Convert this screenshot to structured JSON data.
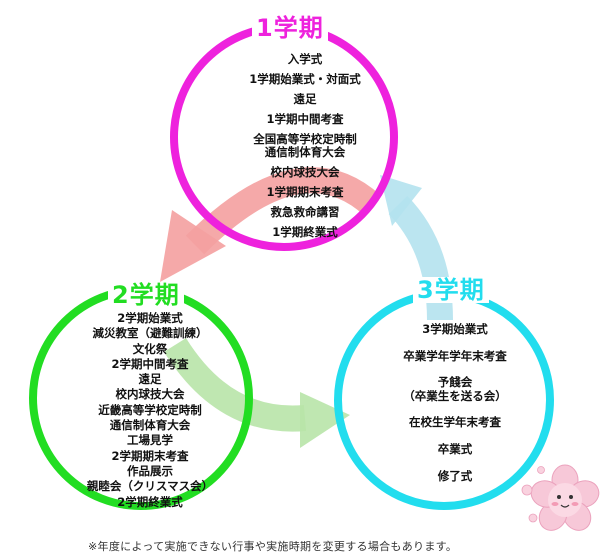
{
  "terms": [
    {
      "title": "1学期",
      "color": "#ee22dd",
      "items": [
        "入学式",
        "1学期始業式・対面式",
        "遠足",
        "1学期中間考査",
        "全国高等学校定時制\n通信制体育大会",
        "校内球技大会",
        "1学期期末考査",
        "救急救命講習",
        "1学期終業式"
      ]
    },
    {
      "title": "2学期",
      "color": "#22dd22",
      "items": [
        "2学期始業式",
        "減災教室（避難訓練）",
        "文化祭",
        "2学期中間考査",
        "遠足",
        "校内球技大会",
        "近畿高等学校定時制",
        "通信制体育大会",
        "工場見学",
        "2学期期末考査",
        "作品展示",
        "親睦会（クリスマス会）",
        "2学期終業式"
      ]
    },
    {
      "title": "3学期",
      "color": "#22ddee",
      "items": [
        "3学期始業式",
        "卒業学年学年末考査",
        "予餞会\n（卒業生を送る会）",
        "在校生学年末考査",
        "卒業式",
        "修了式"
      ]
    }
  ],
  "arrow_colors": {
    "term1_to_term2": "#f4a0a0",
    "term2_to_term3": "#b8e4a8",
    "term3_to_term1": "#b4e2ee"
  },
  "footnote": "※年度によって実施できない行事や実施時期を変更する場合もあります。",
  "icons": [
    "sakura-mascot-icon"
  ]
}
